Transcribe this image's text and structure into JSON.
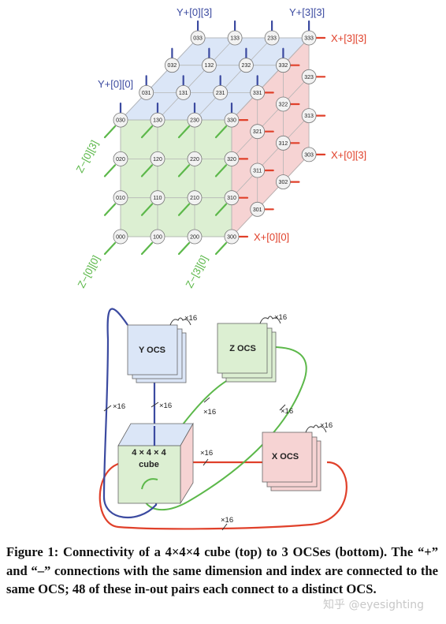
{
  "top": {
    "nodes": {
      "front": [
        [
          "000",
          "100",
          "200",
          "300"
        ],
        [
          "010",
          "110",
          "210",
          "310"
        ],
        [
          "020",
          "120",
          "220",
          "320"
        ],
        [
          "030",
          "130",
          "230",
          "330"
        ]
      ],
      "top_rows": [
        [
          "031",
          "131",
          "231",
          "331"
        ],
        [
          "032",
          "132",
          "232",
          "332"
        ],
        [
          "033",
          "133",
          "233",
          "333"
        ]
      ],
      "right_cols": [
        [
          "301",
          "311",
          "321",
          "331"
        ],
        [
          "302",
          "312",
          "322",
          "332"
        ],
        [
          "303",
          "313",
          "323",
          "333"
        ]
      ]
    },
    "labels": {
      "y_top_left": "Y+[0][3]",
      "y_top_right": "Y+[3][3]",
      "y_mid": "Y+[0][0]",
      "x_top": "X+[3][3]",
      "x_mid": "X+[0][3]",
      "x_bottom": "X+[0][0]",
      "z_left": "Z−[0][3]",
      "z_bottom_left": "Z−[0][0]",
      "z_bottom_right": "Z−[3][0]"
    },
    "colors": {
      "top_face": "#dbe6f7",
      "front_face": "#dcefd2",
      "right_face": "#f6d3d3",
      "y": "#3b4aa0",
      "x": "#e0402a",
      "z": "#5cb84a"
    }
  },
  "bottom": {
    "y_ocs": "Y OCS",
    "z_ocs": "Z OCS",
    "x_ocs": "X OCS",
    "cube_line1": "4 × 4 × 4",
    "cube_line2": "cube",
    "mult": "×16"
  },
  "caption": "Figure 1: Connectivity of a 4×4×4 cube (top) to 3 OCSes (bottom). The “+” and “–” connections with the same dimension and index are connected to the same OCS; 48 of these in-out pairs each connect to a distinct OCS.",
  "watermark": "知乎 @eyesighting"
}
